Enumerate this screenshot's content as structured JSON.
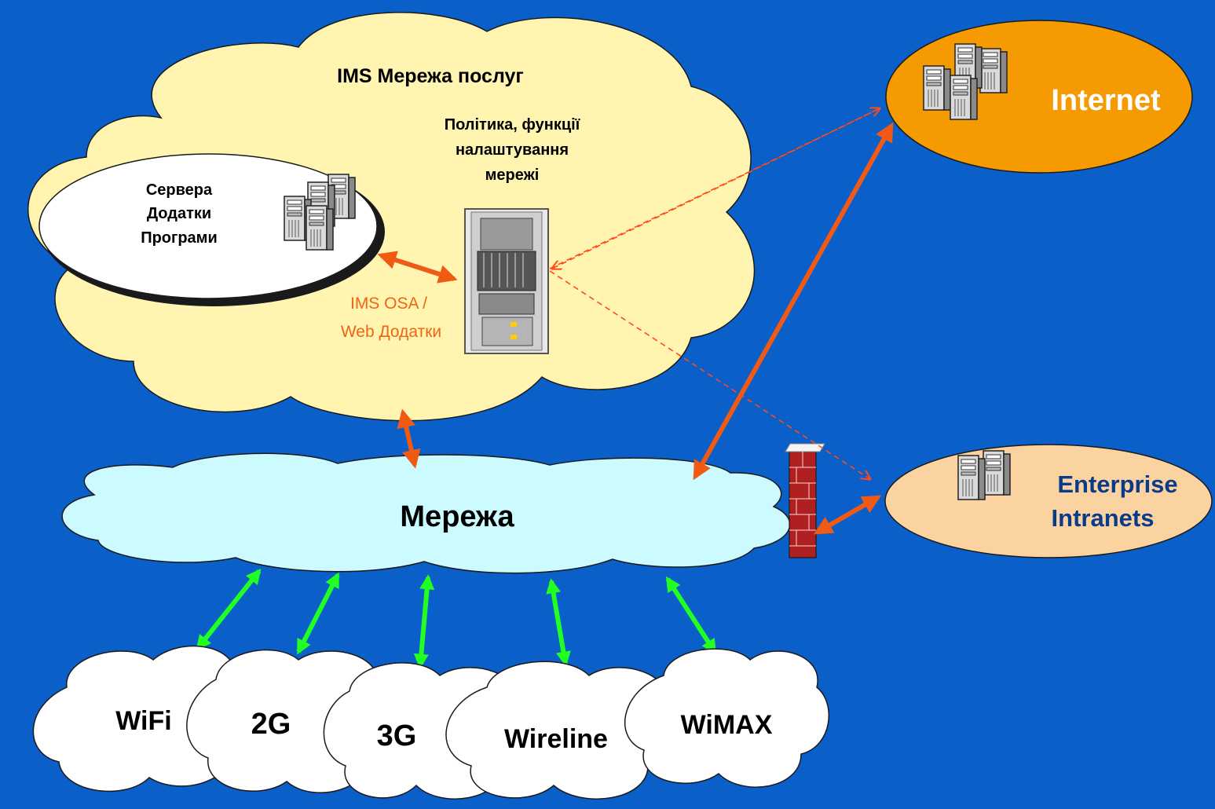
{
  "ims_cloud": {
    "title": "IMS Мережа послуг",
    "policy": {
      "line1": "Політика, функції",
      "line2": "налаштування",
      "line3": "мережі"
    },
    "osa": {
      "line1": "IMS OSA /",
      "line2": "Web Додатки"
    },
    "app_servers": {
      "line1": "Сервера",
      "line2": "Додатки",
      "line3": "Програми"
    }
  },
  "network": {
    "label": "Мережа"
  },
  "internet": {
    "label": "Internet"
  },
  "enterprise": {
    "line1": "Enterprise",
    "line2": "Intranets"
  },
  "access_networks": [
    {
      "label": "WiFi"
    },
    {
      "label": "2G"
    },
    {
      "label": "3G"
    },
    {
      "label": "Wireline"
    },
    {
      "label": "WiMAX"
    }
  ],
  "colors": {
    "background": "#0a5fc8",
    "ims_cloud": "#fff5b0",
    "network_cloud": "#ccfbff",
    "internet": "#f59a00",
    "enterprise": "#fbd3a0",
    "orange_arrow": "#f05a14",
    "green_arrow": "#22ff22",
    "osa_text": "#f06414"
  }
}
